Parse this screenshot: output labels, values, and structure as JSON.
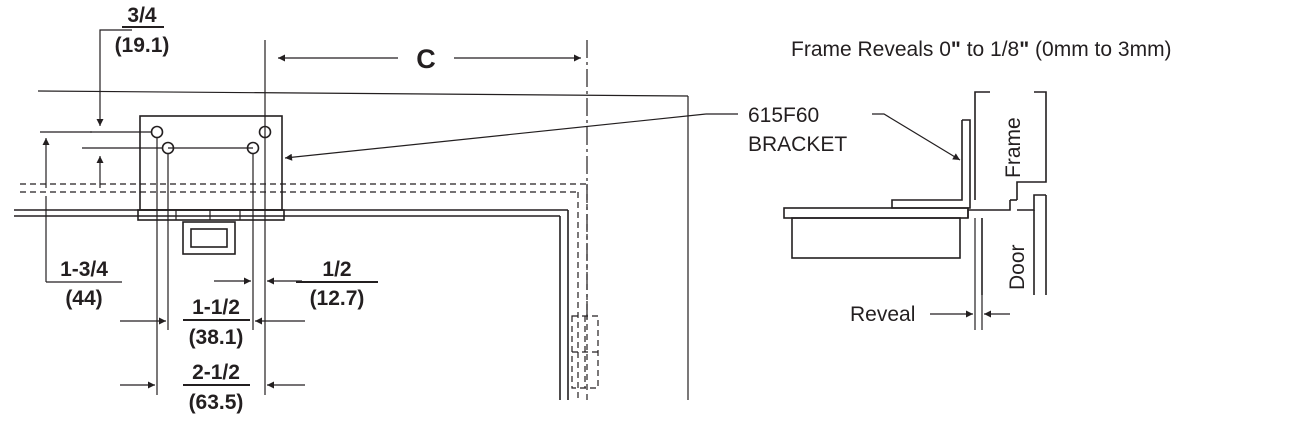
{
  "title": {
    "prefix": "Frame Reveals 0",
    "q1": "\"",
    "middle": " to 1/8",
    "q2": "\"",
    "suffix": " (0mm to 3mm)"
  },
  "dimensions": {
    "top": {
      "imperial": "3/4",
      "metric": "(19.1)"
    },
    "c_label": "C",
    "height": {
      "imperial": "1-3/4",
      "metric": "(44)"
    },
    "half": {
      "imperial": "1/2",
      "metric": "(12.7)"
    },
    "inner": {
      "imperial": "1-1/2",
      "metric": "(38.1)"
    },
    "outer": {
      "imperial": "2-1/2",
      "metric": "(63.5)"
    }
  },
  "callouts": {
    "bracket_part": "615F60",
    "bracket_name": "BRACKET"
  },
  "detail": {
    "frame_label": "Frame",
    "door_label": "Door",
    "reveal_label": "Reveal"
  }
}
